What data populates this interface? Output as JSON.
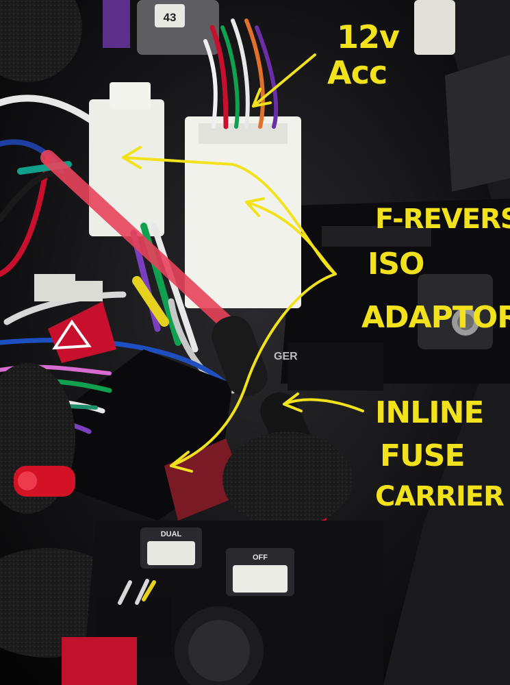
{
  "annotations": {
    "label_12v": "12v",
    "label_acc": "Acc",
    "label_freverse": "F-REVERSE",
    "label_iso": "ISO",
    "label_adaptor": "ADAPTOR",
    "label_inline": "INLINE",
    "label_fuse": "FUSE",
    "label_carrier": "CARRIER",
    "color": "#f2e21c"
  },
  "dash_labels": {
    "sticker_number": "43",
    "stereo_fragment": "GER",
    "button_dual": "DUAL",
    "button_off": "OFF"
  },
  "colors": {
    "dashboard": "#0d0d0f",
    "connector_white": "#efefea",
    "hazard_red": "#c8102e",
    "iso_block": "#0a0a0c",
    "fuse_holder": "#1b1b1b"
  }
}
